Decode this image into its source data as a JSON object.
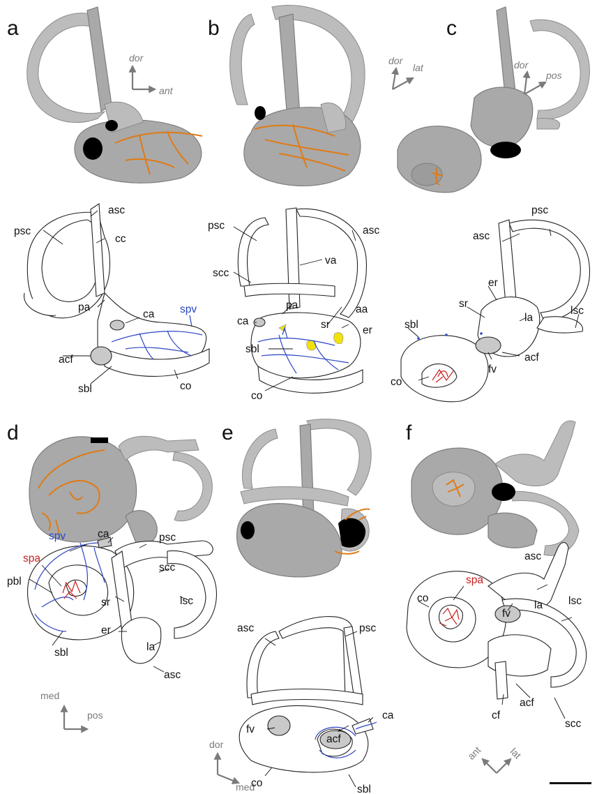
{
  "panels": {
    "a": {
      "letter": "a",
      "axes": {
        "up": "dor",
        "right": "ant"
      },
      "labels": {
        "psc": "psc",
        "asc": "asc",
        "cc": "cc",
        "pa": "pa",
        "ca": "ca",
        "spv": "spv",
        "acf": "acf",
        "sbl": "sbl",
        "co": "co"
      }
    },
    "b": {
      "letter": "b",
      "axes": {
        "up": "dor",
        "right": "lat"
      },
      "labels": {
        "psc": "psc",
        "asc": "asc",
        "va": "va",
        "scc": "scc",
        "pa": "pa",
        "aa": "aa",
        "ca": "ca",
        "sr": "sr",
        "er": "er",
        "sbl": "sbl",
        "co": "co"
      }
    },
    "c": {
      "letter": "c",
      "axes": {
        "up": "dor",
        "right": "pos"
      },
      "labels": {
        "psc": "psc",
        "asc": "asc",
        "er": "er",
        "sr": "sr",
        "la": "la",
        "sbl": "sbl",
        "lsc": "lsc",
        "acf": "acf",
        "co": "co",
        "fv": "fv"
      }
    },
    "d": {
      "letter": "d",
      "axes": {
        "up": "med",
        "right": "pos"
      },
      "labels": {
        "spv": "spv",
        "ca": "ca",
        "psc": "psc",
        "spa": "spa",
        "scc": "scc",
        "pbl": "pbl",
        "sr": "sr",
        "lsc": "lsc",
        "er": "er",
        "la": "la",
        "sbl": "sbl",
        "asc": "asc"
      }
    },
    "e": {
      "letter": "e",
      "axes": {
        "up": "dor",
        "right": "med"
      },
      "labels": {
        "asc": "asc",
        "psc": "psc",
        "ca": "ca",
        "fv": "fv",
        "acf": "acf",
        "co": "co",
        "sbl": "sbl"
      }
    },
    "f": {
      "letter": "f",
      "axes": {
        "up": "ant",
        "right": "lat"
      },
      "labels": {
        "asc": "asc",
        "co": "co",
        "spa": "spa",
        "lsc": "lsc",
        "la": "la",
        "fv": "fv",
        "acf": "acf",
        "cf": "cf",
        "scc": "scc"
      }
    }
  },
  "colors": {
    "render": "#a9a9a9",
    "arteries": "#e07a14",
    "veins": "#2a45c4",
    "spiral_artery": "#c81e1e",
    "axis_arrows": "#7a7a7a"
  }
}
